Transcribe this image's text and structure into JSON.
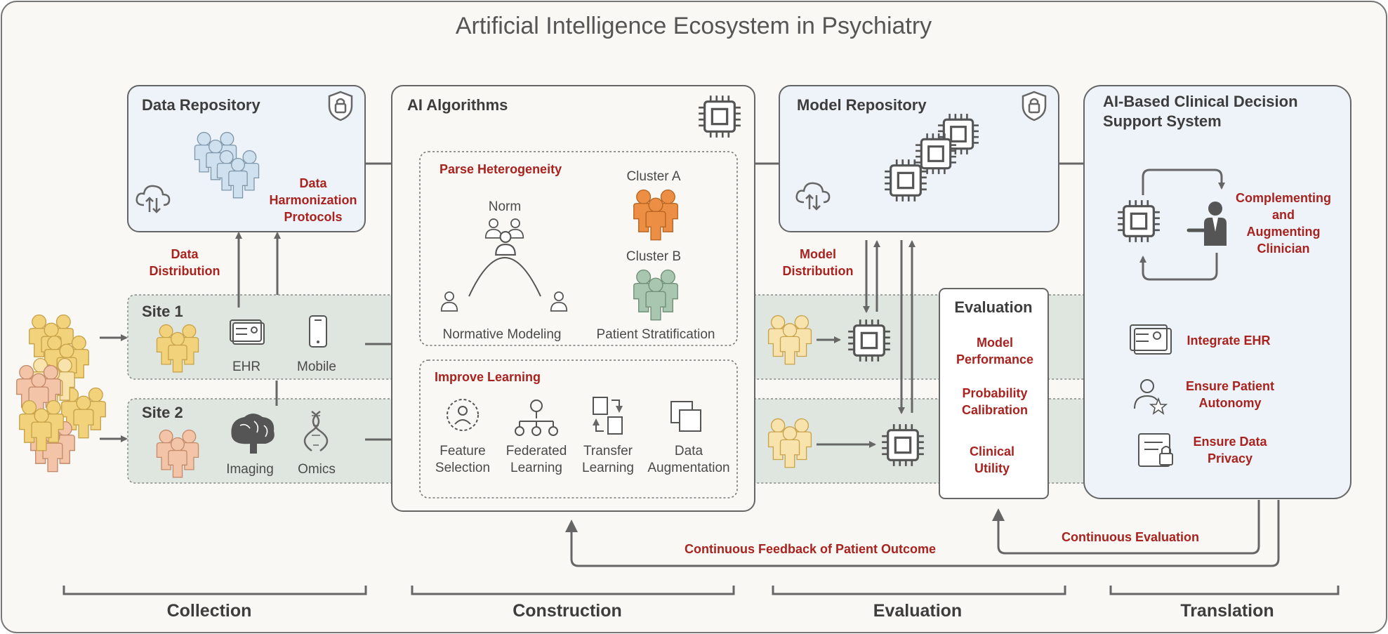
{
  "title": "Artificial Intelligence Ecosystem in Psychiatry",
  "data_repository": {
    "title": "Data Repository",
    "harmonization": [
      "Data",
      "Harmonization",
      "Protocols"
    ]
  },
  "data_distribution": [
    "Data",
    "Distribution"
  ],
  "sites": [
    {
      "label": "Site 1",
      "sources": [
        "EHR",
        "Mobile"
      ]
    },
    {
      "label": "Site 2",
      "sources": [
        "Imaging",
        "Omics"
      ]
    }
  ],
  "ai_algorithms": {
    "title": "AI Algorithms",
    "parse": {
      "title": "Parse Heterogeneity",
      "norm": "Norm",
      "normative": "Normative Modeling",
      "cluster_a": "Cluster A",
      "cluster_b": "Cluster B",
      "stratification": "Patient Stratification"
    },
    "improve": {
      "title": "Improve Learning",
      "methods": [
        [
          "Feature",
          "Selection"
        ],
        [
          "Federated",
          "Learning"
        ],
        [
          "Transfer",
          "Learning"
        ],
        [
          "Data",
          "Augmentation"
        ]
      ]
    }
  },
  "model_repository": {
    "title": "Model Repository"
  },
  "model_distribution": [
    "Model",
    "Distribution"
  ],
  "evaluation": {
    "title": "Evaluation",
    "items": [
      [
        "Model",
        "Performance"
      ],
      [
        "Probability",
        "Calibration"
      ],
      [
        "Clinical",
        "Utility"
      ]
    ]
  },
  "cdss": {
    "title": [
      "AI-Based Clinical Decision",
      "Support System"
    ],
    "complementing": [
      "Complementing",
      "and",
      "Augmenting",
      "Clinician"
    ],
    "features": [
      [
        "Integrate EHR"
      ],
      [
        "Ensure Patient",
        "Autonomy"
      ],
      [
        "Ensure Data",
        "Privacy"
      ]
    ]
  },
  "feedback": {
    "patient_outcome": "Continuous Feedback of Patient Outcome",
    "continuous_eval": "Continuous Evaluation"
  },
  "phases": [
    "Collection",
    "Construction",
    "Evaluation",
    "Translation"
  ],
  "colors": {
    "accent_red": "#a8231f",
    "panel_blue": "#edf3f8",
    "band_green": "#dfe6df",
    "people_yellow": "#f2d27a",
    "people_peach": "#f3c4a8",
    "people_orange": "#ec8f45",
    "people_sage": "#a9c7b0",
    "people_lightblue": "#cfe0ef"
  },
  "icons": [
    "shield-lock-icon",
    "cloud-sync-icon",
    "chip-icon",
    "ehr-card-icon",
    "mobile-icon",
    "brain-icon",
    "dna-icon",
    "people-group-icon",
    "clinician-icon",
    "patient-star-icon",
    "privacy-lock-icon"
  ]
}
